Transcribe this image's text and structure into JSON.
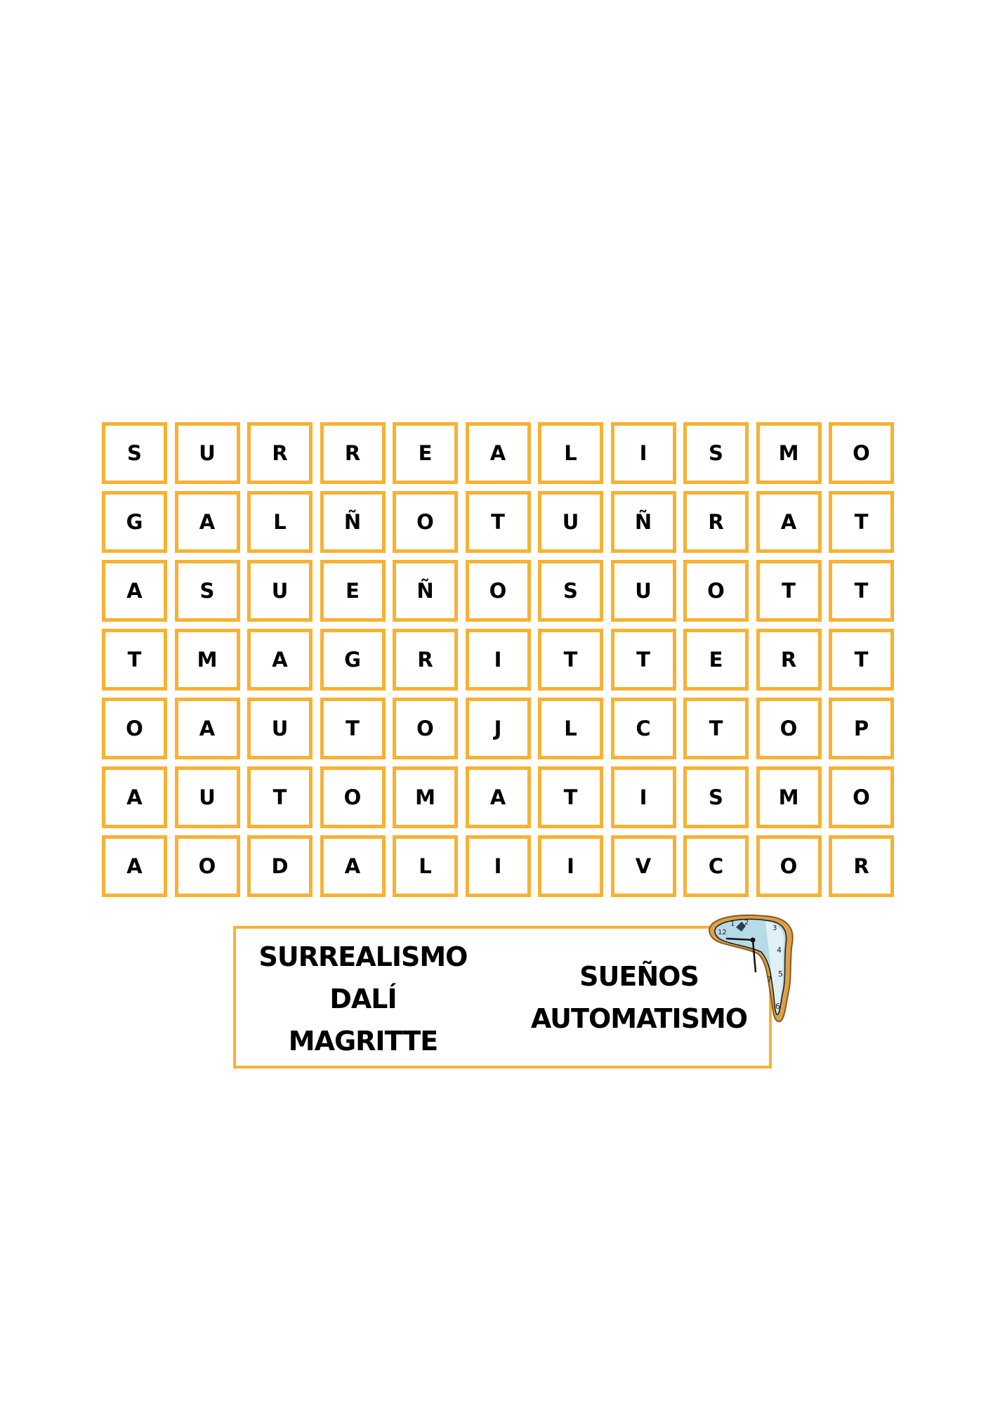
{
  "grid": [
    [
      "S",
      "U",
      "R",
      "R",
      "E",
      "A",
      "L",
      "I",
      "S",
      "M",
      "O"
    ],
    [
      "G",
      "A",
      "L",
      "Ñ",
      "O",
      "T",
      "U",
      "Ñ",
      "R",
      "A",
      "T"
    ],
    [
      "A",
      "S",
      "U",
      "E",
      "Ñ",
      "O",
      "S",
      "U",
      "O",
      "T",
      "T"
    ],
    [
      "T",
      "M",
      "A",
      "G",
      "R",
      "I",
      "T",
      "T",
      "E",
      "R",
      "T"
    ],
    [
      "O",
      "A",
      "U",
      "T",
      "O",
      "J",
      "L",
      "C",
      "T",
      "O",
      "P"
    ],
    [
      "A",
      "U",
      "T",
      "O",
      "M",
      "A",
      "T",
      "I",
      "S",
      "M",
      "O"
    ],
    [
      "A",
      "O",
      "D",
      "A",
      "L",
      "I",
      "I",
      "V",
      "C",
      "O",
      "R"
    ]
  ],
  "word_list": {
    "left": [
      "SURREALISMO",
      "DALÍ",
      "MAGRITTE"
    ],
    "right": [
      "SUEÑOS",
      "AUTOMATISMO"
    ]
  },
  "decoration": {
    "icon": "melting-clock-icon"
  },
  "colors": {
    "border": "#f8b133",
    "text": "#000000"
  }
}
